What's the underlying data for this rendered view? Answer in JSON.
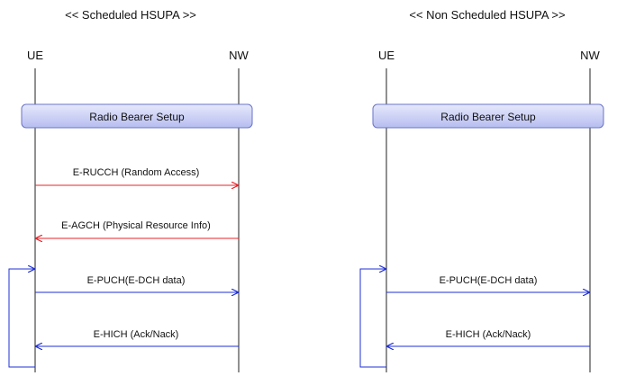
{
  "diagrams": [
    {
      "title": "<< Scheduled HSUPA >>",
      "left_entity": "UE",
      "right_entity": "NW",
      "setup_label": "Radio Bearer Setup",
      "messages": [
        {
          "label": "E-RUCCH (Random Access)",
          "direction": "right",
          "color": "#e8232a"
        },
        {
          "label": "E-AGCH (Physical Resource Info)",
          "direction": "left",
          "color": "#e8232a"
        },
        {
          "label": "E-PUCH(E-DCH data)",
          "direction": "right",
          "color": "#1f2fd6"
        },
        {
          "label": "E-HICH (Ack/Nack)",
          "direction": "left",
          "color": "#1f2fd6"
        }
      ]
    },
    {
      "title": "<< Non Scheduled HSUPA >>",
      "left_entity": "UE",
      "right_entity": "NW",
      "setup_label": "Radio Bearer Setup",
      "messages": [
        {
          "label": "E-PUCH(E-DCH data)",
          "direction": "right",
          "color": "#1f2fd6"
        },
        {
          "label": "E-HICH (Ack/Nack)",
          "direction": "left",
          "color": "#1f2fd6"
        }
      ]
    }
  ],
  "colors": {
    "lifeline": "#222222",
    "setup_box_top": "#e6e9fb",
    "setup_box_bottom": "#b6bdf0",
    "setup_box_border": "#6a73c8",
    "loop": "#1f2fd6"
  }
}
